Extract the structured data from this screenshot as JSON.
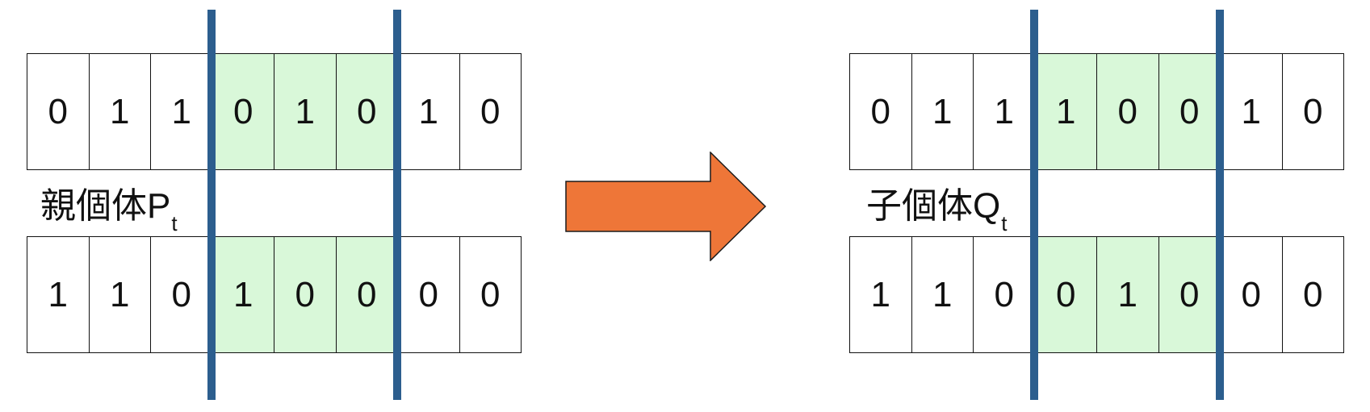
{
  "parent": {
    "label": "親個体P",
    "label_sub": "t",
    "rows": [
      [
        "0",
        "1",
        "1",
        "0",
        "1",
        "0",
        "1",
        "0"
      ],
      [
        "1",
        "1",
        "0",
        "1",
        "0",
        "0",
        "0",
        "0"
      ]
    ]
  },
  "child": {
    "label": "子個体Q",
    "label_sub": "t",
    "rows": [
      [
        "0",
        "1",
        "1",
        "1",
        "0",
        "0",
        "1",
        "0"
      ],
      [
        "1",
        "1",
        "0",
        "0",
        "1",
        "0",
        "0",
        "0"
      ]
    ]
  },
  "crossover_segment": {
    "start_index": 3,
    "end_index": 5
  },
  "colors": {
    "highlight": "#d9f8d9",
    "cut_line": "#2c5e8e",
    "arrow": "#ee7638"
  }
}
